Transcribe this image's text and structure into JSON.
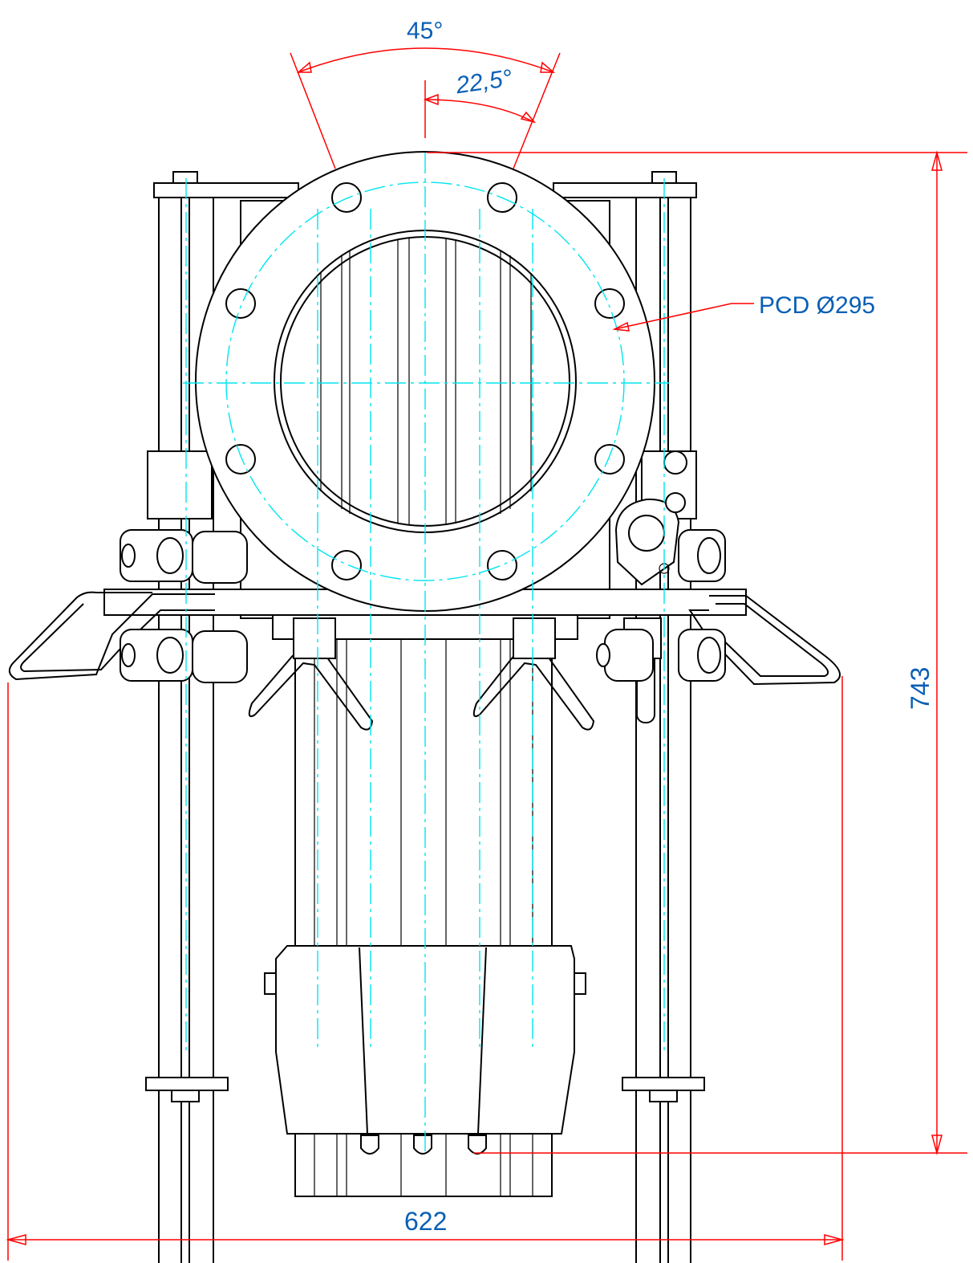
{
  "dimensions": {
    "angle_outer": "45°",
    "angle_inner": "22,5°",
    "pcd_label": "PCD Ø295",
    "height": "743",
    "width": "622"
  },
  "colors": {
    "dimension_line": "#ff0000",
    "dimension_text": "#0a5fb4",
    "centerline": "#00e5ee",
    "outline": "#000000"
  }
}
